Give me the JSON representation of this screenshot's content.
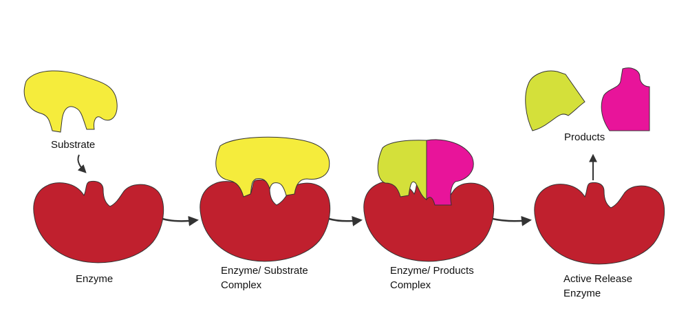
{
  "labels": {
    "substrate": "Substrate",
    "enzyme": "Enzyme",
    "es_complex_line1": "Enzyme/ Substrate",
    "es_complex_line2": "Complex",
    "ep_complex_line1": "Enzyme/ Products",
    "ep_complex_line2": "Complex",
    "release_line1": "Active Release",
    "release_line2": "Enzyme",
    "products": "Products"
  },
  "side_id": "469218989",
  "colors": {
    "enzyme": "#c0202e",
    "substrate": "#f5ec3c",
    "product_green": "#d4e03a",
    "product_magenta": "#e8149a",
    "outline": "#333333",
    "arrow": "#333333"
  }
}
